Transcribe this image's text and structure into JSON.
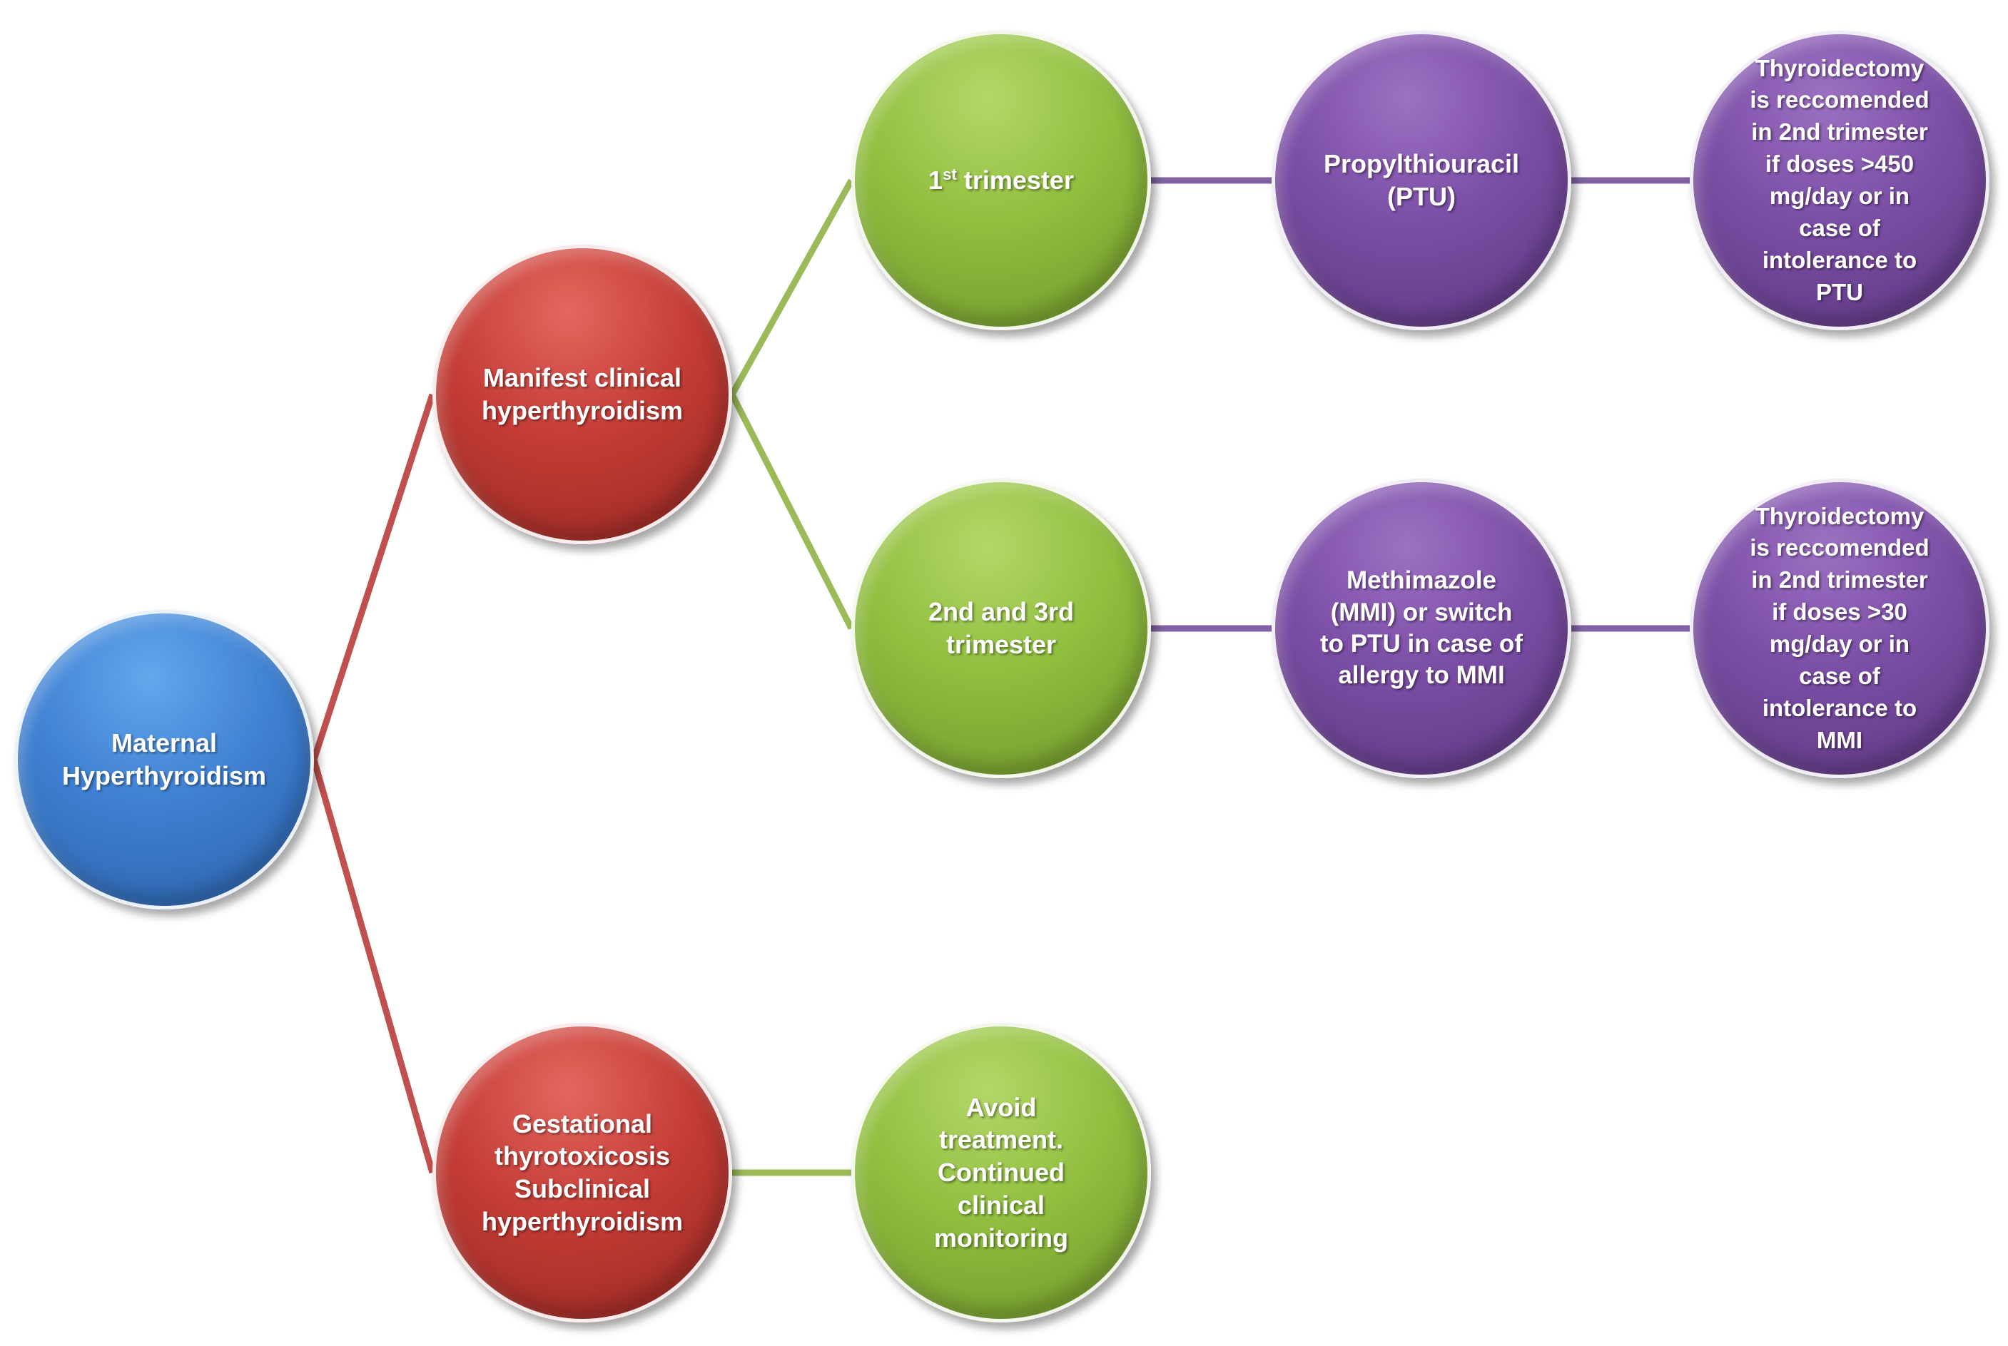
{
  "colors": {
    "blue": "#3f80d2",
    "red": "#c43c36",
    "green": "#91bf3f",
    "purple": "#7b4ea6",
    "connector_red": "#c0504d",
    "connector_green": "#9bbb59",
    "connector_purple": "#8064a2"
  },
  "nodes": {
    "maternal": {
      "lines": [
        "Maternal",
        "Hyperthyroidism"
      ]
    },
    "manifest": {
      "lines": [
        "Manifest clinical",
        "hyperthyroidism"
      ]
    },
    "gestational": {
      "lines": [
        "Gestational",
        "thyrotoxicosis",
        "Subclinical",
        "hyperthyroidism"
      ]
    },
    "first": {
      "number": "1",
      "superscript": "st",
      "text": " trimester"
    },
    "second": {
      "lines": [
        "2nd and 3rd",
        "trimester"
      ]
    },
    "avoid": {
      "lines": [
        "Avoid",
        "treatment.",
        "Continued",
        "clinical",
        "monitoring"
      ]
    },
    "ptu": {
      "lines": [
        "Propylthiouracil",
        "(PTU)"
      ]
    },
    "mmi": {
      "lines": [
        "Methimazole",
        "(MMI) or switch",
        "to PTU in case of",
        "allergy to MMI"
      ]
    },
    "thyro1": {
      "lines": [
        "Thyroidectomy",
        "is reccomended",
        "in 2nd trimester",
        "if doses >450",
        "mg/day or in",
        "case of",
        "intolerance to",
        "PTU"
      ]
    },
    "thyro2": {
      "lines": [
        "Thyroidectomy",
        "is reccomended",
        "in 2nd trimester",
        "if doses >30",
        "mg/day or in",
        "case of",
        "intolerance to",
        "MMI"
      ]
    }
  }
}
